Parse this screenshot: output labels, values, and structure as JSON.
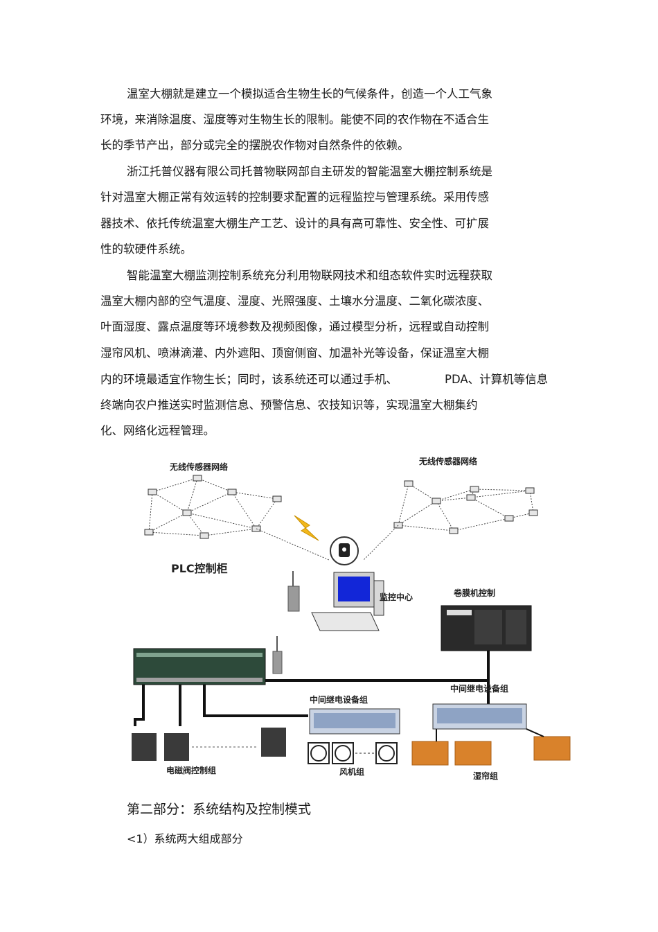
{
  "paragraphs": [
    [
      "温室大棚就是建立一个模拟适合生物生长的气候条件，创造一个人工气象",
      "环境，来消除温度、湿度等对生物生长的限制。能使不同的农作物在不适合生",
      "长的季节产出，部分或完全的摆脱农作物对自然条件的依赖。"
    ],
    [
      "浙江托普仪器有限公司托普物联网部自主研发的智能温室大棚控制系统是",
      "针对温室大棚正常有效运转的控制要求配置的远程监控与管理系统。采用传感",
      "器技术、依托传统温室大棚生产工艺、设计的具有高可靠性、安全性、可扩展",
      "性的软硬件系统。"
    ],
    [
      "智能温室大棚监测控制系统充分利用物联网技术和组态软件实时远程获取",
      "温室大棚内部的空气温度、湿度、光照强度、土壤水分温度、二氧化碳浓度、",
      "叶面湿度、露点温度等环境参数及视频图像，通过模型分析，远程或自动控制",
      "湿帘风机、喷淋滴灌、内外遮阳、顶窗侧窗、加温补光等设备，保证温室大棚",
      "内的环境最适宜作物生长；同时，该系统还可以通过手机、",
      "终端向农户推送实时监测信息、预警信息、农技知识等，实现温室大棚集约",
      "化、网络化远程管理。"
    ]
  ],
  "line5_tail": "PDA、计算机等信息",
  "diagram": {
    "wsn_left": "无线传感器网络",
    "wsn_right": "无线传感器网络",
    "plc": "PLC控制柜",
    "monitor": "监控中心",
    "winder": "卷膜机控制",
    "relay_left": "中间继电设备组",
    "relay_right": "中间继电设备组",
    "valve": "电磁阀控制组",
    "fan": "风机组",
    "curtain": "湿帘组"
  },
  "section_title": "第二部分：系统结构及控制模式",
  "subsection": "<1）系统两大组成部分"
}
